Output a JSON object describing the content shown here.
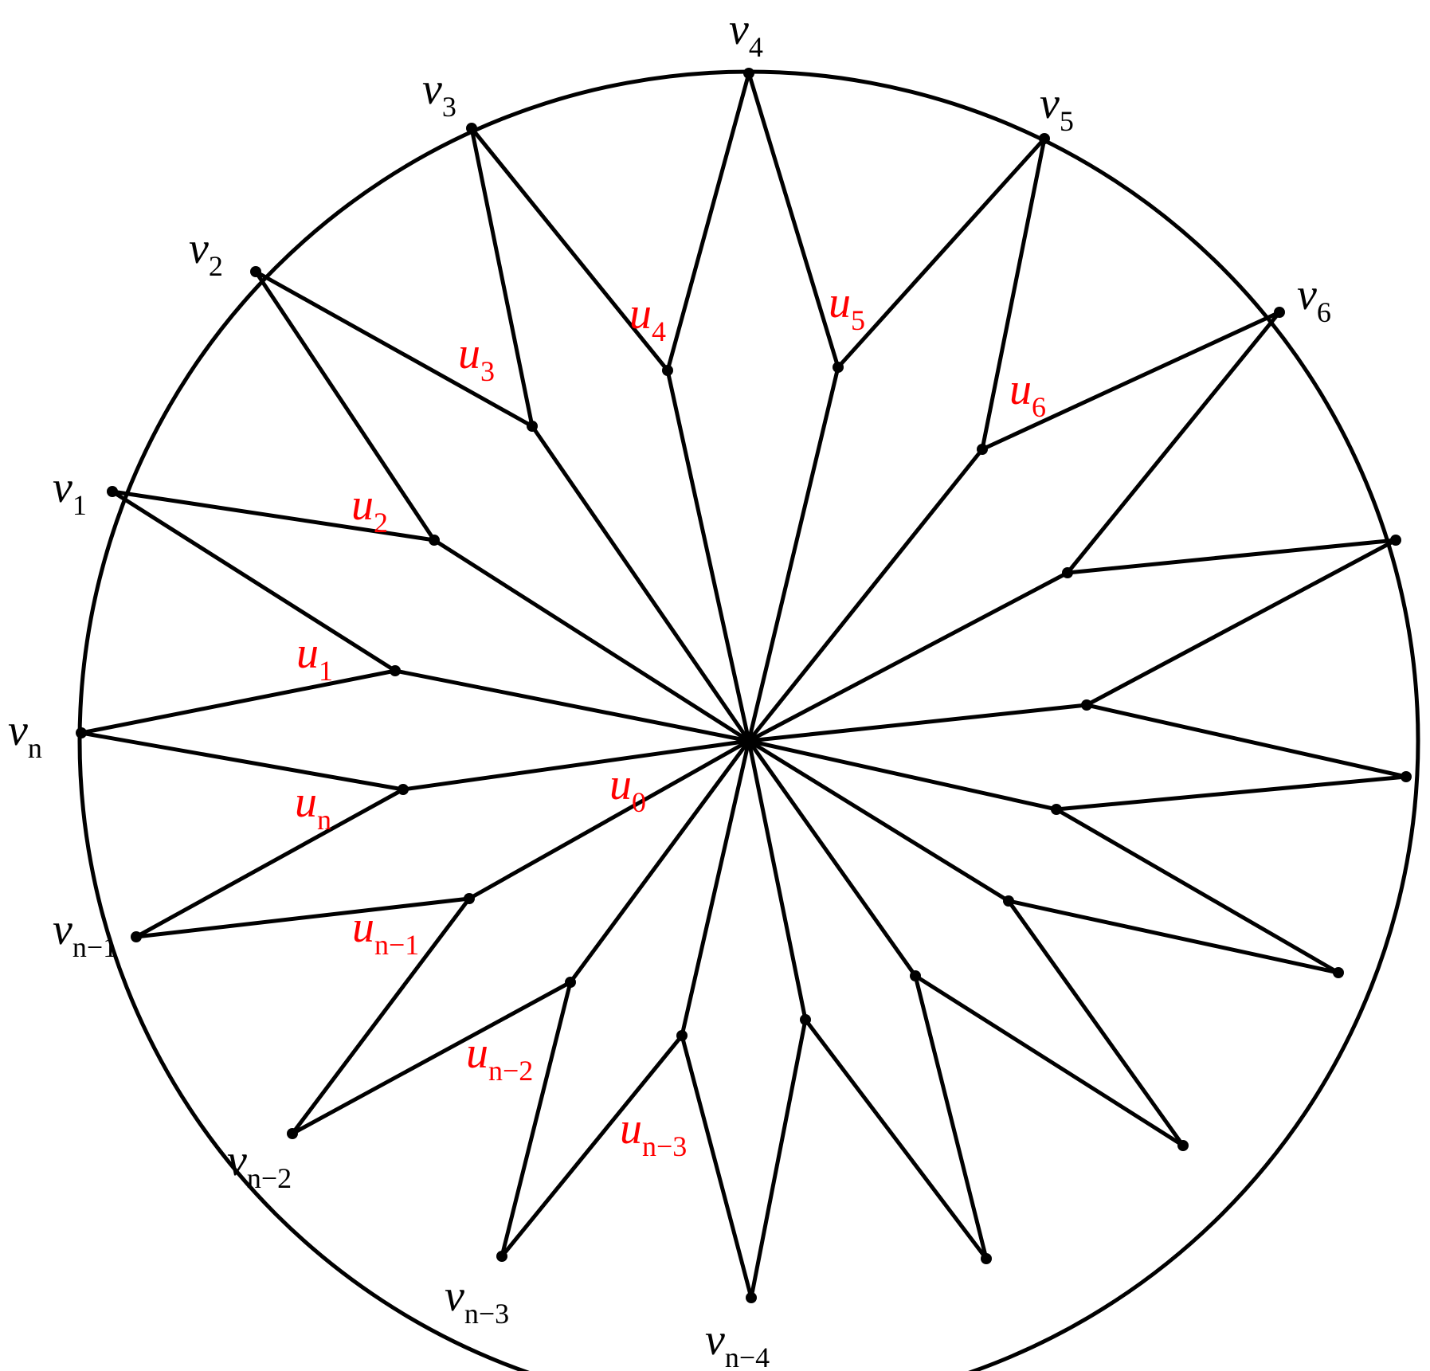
{
  "colors": {
    "line": "#000000",
    "outer_label": "#000000",
    "inner_label": "#ff0000"
  },
  "outer_labels": [
    {
      "id": "v4",
      "base": "v",
      "sub": "4"
    },
    {
      "id": "v3",
      "base": "v",
      "sub": "3"
    },
    {
      "id": "v5",
      "base": "v",
      "sub": "5"
    },
    {
      "id": "v2",
      "base": "v",
      "sub": "2"
    },
    {
      "id": "v6",
      "base": "v",
      "sub": "6"
    },
    {
      "id": "v1",
      "base": "v",
      "sub": "1"
    },
    {
      "id": "vn",
      "base": "v",
      "sub": "n"
    },
    {
      "id": "vn-1",
      "base": "v",
      "sub": "n−1"
    },
    {
      "id": "vn-2",
      "base": "v",
      "sub": "n−2"
    },
    {
      "id": "vn-3",
      "base": "v",
      "sub": "n−3"
    },
    {
      "id": "vn-4",
      "base": "v",
      "sub": "n−4"
    }
  ],
  "inner_labels": [
    {
      "id": "u4",
      "base": "u",
      "sub": "4"
    },
    {
      "id": "u5",
      "base": "u",
      "sub": "5"
    },
    {
      "id": "u3",
      "base": "u",
      "sub": "3"
    },
    {
      "id": "u6",
      "base": "u",
      "sub": "6"
    },
    {
      "id": "u2",
      "base": "u",
      "sub": "2"
    },
    {
      "id": "u1",
      "base": "u",
      "sub": "1"
    },
    {
      "id": "un",
      "base": "u",
      "sub": "n"
    },
    {
      "id": "u0",
      "base": "u",
      "sub": "0"
    },
    {
      "id": "un-1",
      "base": "u",
      "sub": "n−1"
    },
    {
      "id": "un-2",
      "base": "u",
      "sub": "n−2"
    },
    {
      "id": "un-3",
      "base": "u",
      "sub": "n−3"
    }
  ]
}
